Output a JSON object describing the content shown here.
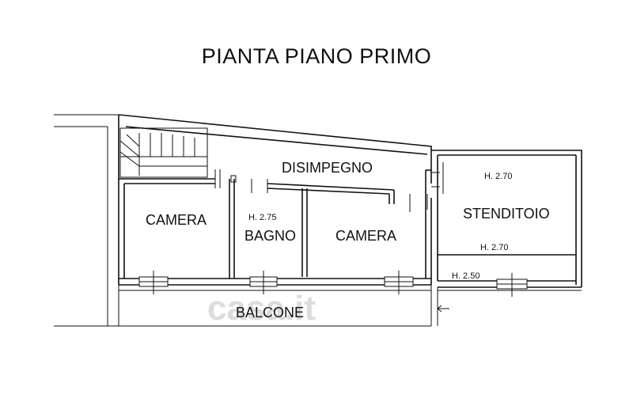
{
  "title": "PIANTA PIANO PRIMO",
  "rooms": {
    "disimpegno": "DISIMPEGNO",
    "camera_left": "CAMERA",
    "bagno": "BAGNO",
    "camera_right": "CAMERA",
    "stenditoio": "STENDITOIO",
    "balcone": "BALCONE"
  },
  "heights": {
    "bagno": "H. 2.75",
    "stenditoio_top": "H. 2.70",
    "stenditoio_mid": "H. 2.70",
    "stenditoio_low": "H. 2.50"
  },
  "watermark": "casa.it"
}
